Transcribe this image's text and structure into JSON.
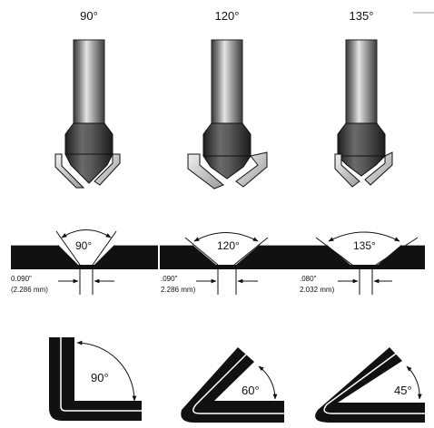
{
  "cutters": [
    {
      "label": "90°"
    },
    {
      "label": "120°"
    },
    {
      "label": "135°"
    }
  ],
  "grooves": [
    {
      "angle": "90°",
      "dim_in": "0.090\"",
      "dim_mm": "(2.286 mm)"
    },
    {
      "angle": "120°",
      "dim_in": ".090\"",
      "dim_mm": "2.286 mm)"
    },
    {
      "angle": "135°",
      "dim_in": ".080\"",
      "dim_mm": "2.032 mm)"
    }
  ],
  "bends": [
    {
      "angle": "90°"
    },
    {
      "angle": "60°"
    },
    {
      "angle": "45°"
    }
  ]
}
